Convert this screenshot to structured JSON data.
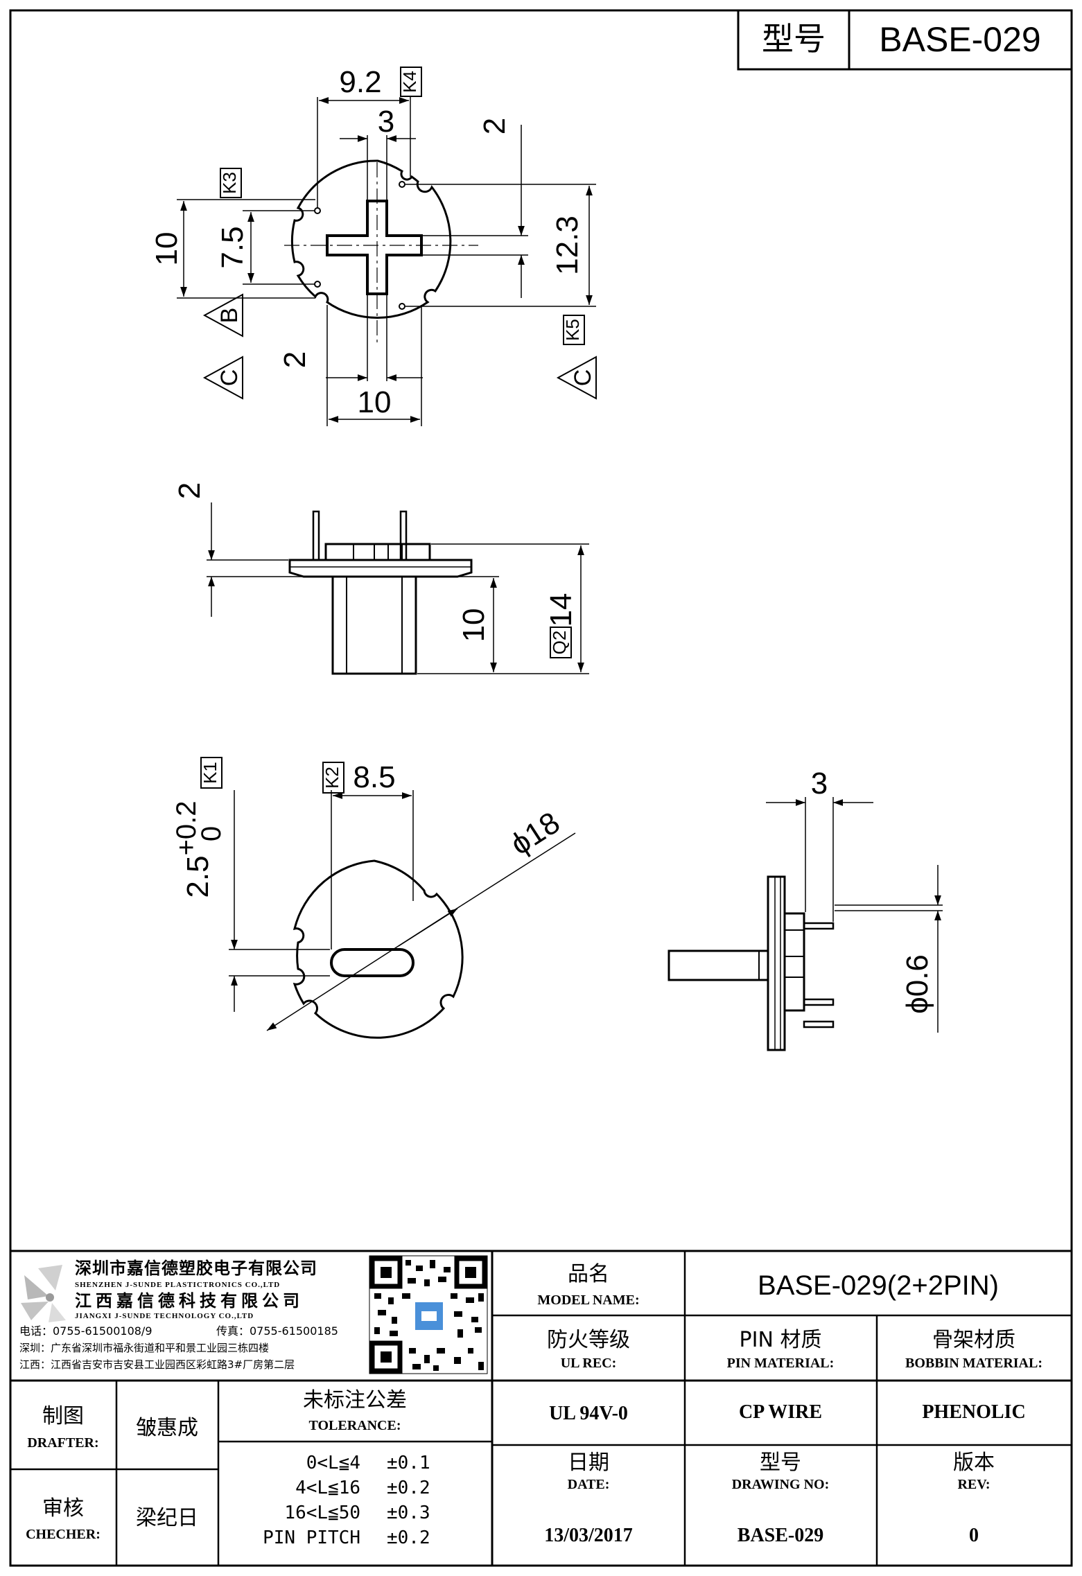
{
  "header": {
    "model_label": "型号",
    "model_value": "BASE-029"
  },
  "top_view": {
    "dims": {
      "d9_2": "9.2",
      "d3": "3",
      "d2_top": "2",
      "d10_left": "10",
      "d7_5": "7.5",
      "d12_3": "12.3",
      "d2_bottom": "2",
      "d10_bottom": "10"
    },
    "tags": {
      "k3": "K3",
      "k4": "K4",
      "k5": "K5"
    },
    "datums": {
      "b": "B",
      "c_left": "C",
      "c_right": "C"
    }
  },
  "side_view": {
    "dims": {
      "d2": "2",
      "d10": "10",
      "d14": "14"
    },
    "tags": {
      "q2": "Q2"
    }
  },
  "bottom_view": {
    "dims": {
      "d2_5": "2.5",
      "tol_plus": "+0.2",
      "tol_zero": "0",
      "d8_5": "8.5",
      "phi18": "ϕ18"
    },
    "tags": {
      "k1": "K1",
      "k2": "K2"
    }
  },
  "right_view": {
    "dims": {
      "d3": "3",
      "phi0_6": "ϕ0.6"
    }
  },
  "title_block": {
    "company": {
      "name_cn": "深圳市嘉信德塑胶电子有限公司",
      "name_en": "SHENZHEN J-SUNDE PLASTICTRONICS CO.,LTD",
      "name2_cn": "江西嘉信德科技有限公司",
      "name2_en": "JIANGXI J-SUNDE TECHNOLOGY CO.,LTD",
      "tel": "电话：0755-61500108/9",
      "fax": "传真：0755-61500185",
      "addr_sz": "深圳：广东省深圳市福永街道和平和景工业园三栋四楼",
      "addr_jx": "江西：江西省吉安市吉安县工业园西区彩虹路3#厂房第二层"
    },
    "model_name_cn": "品名",
    "model_name_en": "MODEL NAME:",
    "model_name_value": "BASE-029(2+2PIN)",
    "ul_cn": "防火等级",
    "ul_en": "UL REC:",
    "ul_value": "UL 94V-0",
    "pin_cn": "PIN 材质",
    "pin_en": "PIN MATERIAL:",
    "pin_value": "CP WIRE",
    "bobbin_cn": "骨架材质",
    "bobbin_en": "BOBBIN MATERIAL:",
    "bobbin_value": "PHENOLIC",
    "drafter_cn": "制图",
    "drafter_en": "DRAFTER:",
    "drafter_value": "皱惠成",
    "checker_cn": "审核",
    "checker_en": "CHECHER:",
    "checker_value": "梁纪日",
    "tolerance_cn": "未标注公差",
    "tolerance_en": "TOLERANCE:",
    "tolerances": [
      {
        "range": "0<L≦4",
        "value": "±0.1"
      },
      {
        "range": "4<L≦16",
        "value": "±0.2"
      },
      {
        "range": "16<L≦50",
        "value": "±0.3"
      },
      {
        "range": "PIN PITCH",
        "value": "±0.2"
      }
    ],
    "date_cn": "日期",
    "date_en": "DATE:",
    "date_value": "13/03/2017",
    "drawing_cn": "型号",
    "drawing_en": "DRAWING NO:",
    "drawing_value": "BASE-029",
    "rev_cn": "版本",
    "rev_en": "REV:",
    "rev_value": "0"
  }
}
